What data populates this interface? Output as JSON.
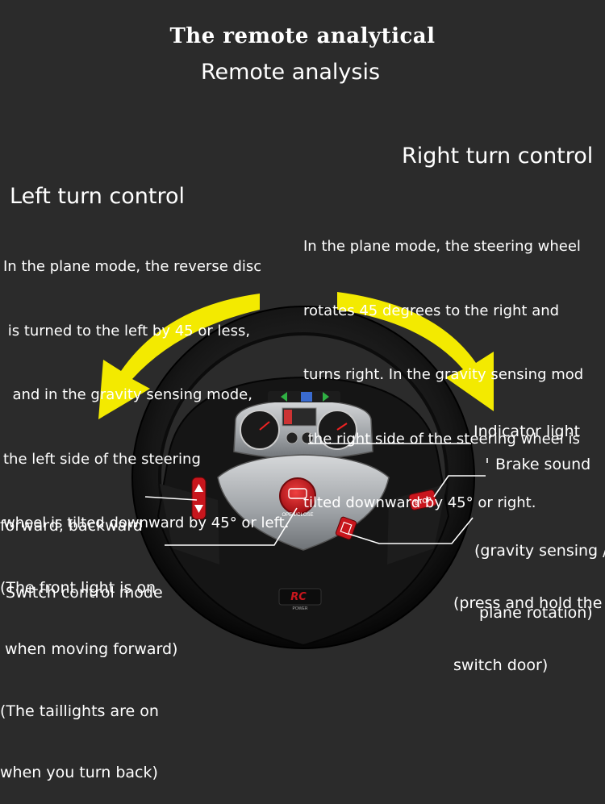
{
  "title": "The remote analytical",
  "subtitle": "Remote analysis",
  "left": {
    "heading": "Left turn control",
    "lines": [
      "In the plane mode, the reverse disc",
      " is turned to the left by 45 or less,",
      "  and in the gravity sensing mode,",
      "the left side of the steering",
      "wheel is tilted downward by 45° or left."
    ]
  },
  "right": {
    "heading": "Right turn control",
    "lines": [
      "In the plane mode, the steering wheel",
      "rotates 45 degrees to the right and",
      "turns right. In the gravity sensing mod",
      " the right side of the steering wheel is",
      "tilted downward by 45° or right."
    ]
  },
  "labels": {
    "indicator": "Indicator light",
    "brake": "Brake sound",
    "gravity": [
      "(gravity sensing /",
      " plane rotation)"
    ],
    "press": [
      "(press and hold the",
      "switch door)"
    ],
    "forward": [
      "forward, backward",
      "(The front light is on",
      " when moving forward)",
      "(The taillights are on",
      "when you turn back)"
    ],
    "switch_mode": "Switch control mode"
  },
  "device": {
    "center_button": "OPEN/CLOSE",
    "stop_button": "STOP",
    "logo": "RC",
    "logo_sub": "POWER"
  },
  "colors": {
    "background": "#2b2b2b",
    "arrow": "#f3ea00",
    "wheel": "#111111",
    "accent_red": "#c8161d",
    "silver": "#b5b8bb"
  }
}
